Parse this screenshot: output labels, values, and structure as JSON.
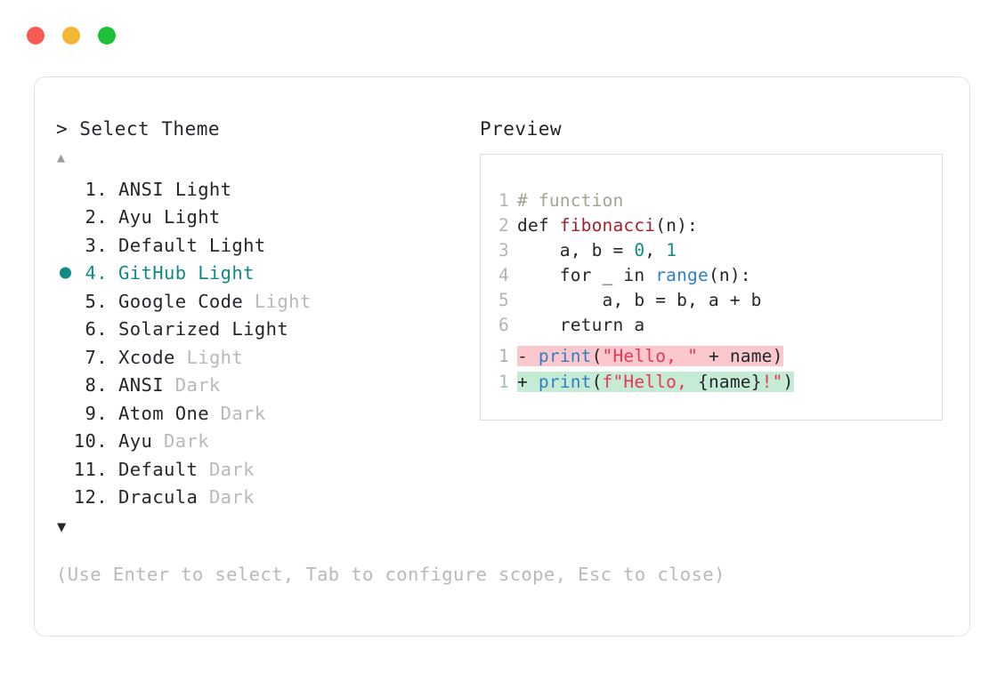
{
  "window": {
    "traffic_lights": [
      {
        "name": "close",
        "color": "#f65c55"
      },
      {
        "name": "minimize",
        "color": "#f5b731"
      },
      {
        "name": "maximize",
        "color": "#20bf3a"
      }
    ]
  },
  "selector": {
    "prompt": "> Select Theme",
    "scroll_up_glyph": "▲",
    "scroll_down_glyph": "▼",
    "selected_index": 4,
    "accent_color": "#0f8a84",
    "items": [
      {
        "num": "1.",
        "name": "ANSI Light",
        "variant": "",
        "selected": false
      },
      {
        "num": "2.",
        "name": "Ayu Light",
        "variant": "",
        "selected": false
      },
      {
        "num": "3.",
        "name": "Default Light",
        "variant": "",
        "selected": false
      },
      {
        "num": "4.",
        "name": "GitHub Light",
        "variant": "",
        "selected": true
      },
      {
        "num": "5.",
        "name": "Google Code",
        "variant": " Light",
        "selected": false
      },
      {
        "num": "6.",
        "name": "Solarized Light",
        "variant": "",
        "selected": false
      },
      {
        "num": "7.",
        "name": "Xcode",
        "variant": " Light",
        "selected": false
      },
      {
        "num": "8.",
        "name": "ANSI",
        "variant": " Dark",
        "selected": false
      },
      {
        "num": "9.",
        "name": "Atom One",
        "variant": " Dark",
        "selected": false
      },
      {
        "num": "10.",
        "name": "Ayu",
        "variant": " Dark",
        "selected": false
      },
      {
        "num": "11.",
        "name": "Default",
        "variant": " Dark",
        "selected": false
      },
      {
        "num": "12.",
        "name": "Dracula",
        "variant": " Dark",
        "selected": false
      }
    ]
  },
  "preview": {
    "label": "Preview",
    "code_lines": [
      {
        "ln": "1",
        "tokens": [
          {
            "t": "# function",
            "c": "comment"
          }
        ]
      },
      {
        "ln": "2",
        "tokens": [
          {
            "t": "def ",
            "c": "plain"
          },
          {
            "t": "fibonacci",
            "c": "func"
          },
          {
            "t": "(n):",
            "c": "punc"
          }
        ]
      },
      {
        "ln": "3",
        "tokens": [
          {
            "t": "    a, b = ",
            "c": "plain"
          },
          {
            "t": "0",
            "c": "num"
          },
          {
            "t": ", ",
            "c": "plain"
          },
          {
            "t": "1",
            "c": "num"
          }
        ]
      },
      {
        "ln": "4",
        "tokens": [
          {
            "t": "    for _ in ",
            "c": "plain"
          },
          {
            "t": "range",
            "c": "builtin"
          },
          {
            "t": "(n):",
            "c": "punc"
          }
        ]
      },
      {
        "ln": "5",
        "tokens": [
          {
            "t": "        a, b = b, a + b",
            "c": "plain"
          }
        ]
      },
      {
        "ln": "6",
        "tokens": [
          {
            "t": "    return a",
            "c": "plain"
          }
        ]
      }
    ],
    "diff_lines": [
      {
        "ln": "1",
        "sign": "-",
        "kind": "del",
        "tokens": [
          {
            "t": "print",
            "c": "builtin"
          },
          {
            "t": "(",
            "c": "punc"
          },
          {
            "t": "\"Hello, \"",
            "c": "str"
          },
          {
            "t": " + name)",
            "c": "punc"
          }
        ]
      },
      {
        "ln": "1",
        "sign": "+",
        "kind": "add",
        "tokens": [
          {
            "t": "print",
            "c": "builtin"
          },
          {
            "t": "(",
            "c": "punc"
          },
          {
            "t": "f\"Hello, ",
            "c": "str"
          },
          {
            "t": "{name}",
            "c": "punc"
          },
          {
            "t": "!\"",
            "c": "str"
          },
          {
            "t": ")",
            "c": "punc"
          }
        ]
      }
    ],
    "diff_colors": {
      "deletion_bg": "#fbc8ce",
      "addition_bg": "#c6ebd4"
    }
  },
  "footer": {
    "hint": "(Use Enter to select, Tab to configure scope, Esc to close)"
  }
}
